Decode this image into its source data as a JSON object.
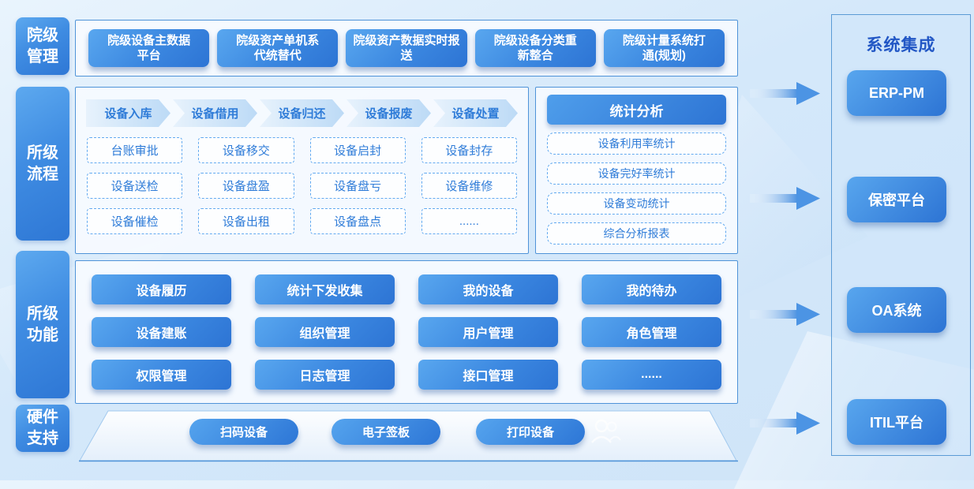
{
  "sidebar": {
    "items": [
      "院级管理",
      "所级流程",
      "所级功能",
      "硬件支持"
    ]
  },
  "top_row": {
    "buttons": [
      "院级设备主数据\n平台",
      "院级资产单机系\n代统替代",
      "院级资产数据实时报\n送",
      "院级设备分类重\n新整合",
      "院级计量系统打\n通(规划)"
    ]
  },
  "process": {
    "flow_steps": [
      "设备入库",
      "设备借用",
      "设备归还",
      "设备报废",
      "设备处置"
    ],
    "actions": [
      "台账审批",
      "设备移交",
      "设备启封",
      "设备封存",
      "设备送检",
      "设备盘盈",
      "设备盘亏",
      "设备维修",
      "设备催检",
      "设备出租",
      "设备盘点",
      "......"
    ]
  },
  "stats": {
    "header": "统计分析",
    "items": [
      "设备利用率统计",
      "设备完好率统计",
      "设备变动统计",
      "综合分析报表"
    ]
  },
  "functions": {
    "buttons": [
      "设备履历",
      "统计下发收集",
      "我的设备",
      "我的待办",
      "设备建账",
      "组织管理",
      "用户管理",
      "角色管理",
      "权限管理",
      "日志管理",
      "接口管理",
      "......"
    ]
  },
  "hardware": {
    "devices": [
      "扫码设备",
      "电子签板",
      "打印设备"
    ],
    "icon": "people-icon"
  },
  "integration": {
    "title": "系统集成",
    "systems": [
      "ERP-PM",
      "保密平台",
      "OA系统",
      "ITIL平台"
    ]
  },
  "colors": {
    "accent_gradient_start": "#58a6ee",
    "accent_gradient_end": "#2d74d4",
    "box_border": "#4f93d8",
    "dashed_border": "#63aaf0",
    "blue_text": "#2f7cd8",
    "panel_title_text": "#2257c5",
    "background": "#d4e8fa"
  }
}
